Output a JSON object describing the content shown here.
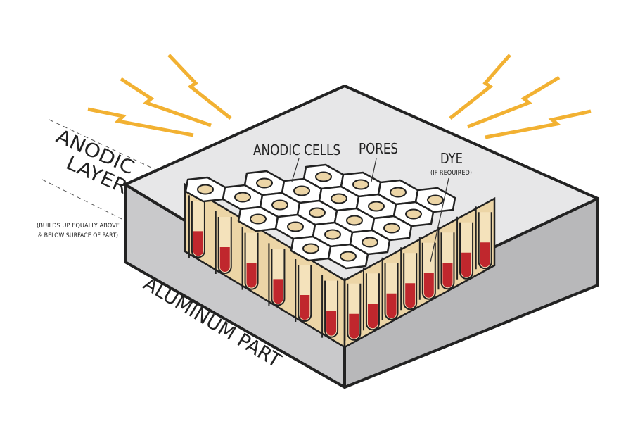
{
  "labels": {
    "anodic_layer_line1": "ANODIC",
    "anodic_layer_line2": "LAYER",
    "note_line1": "(BUILDS UP EQUALLY ABOVE",
    "note_line2": "& BELOW SURFACE OF PART)",
    "anodic_cells": "ANODIC CELLS",
    "pores": "PORES",
    "dye": "DYE",
    "dye_note": "(IF REQUIRED)",
    "aluminum_part": "ALUMINUM PART"
  },
  "colors": {
    "top_face": "#e7e7e8",
    "left_face": "#c9c9cb",
    "right_face": "#b8b8ba",
    "outline": "#222222",
    "cell": "#ffffff",
    "pore": "#ecd5a6",
    "column": "#ecd5a6",
    "dye": "#c0272d",
    "bolt": "#f2b132"
  }
}
